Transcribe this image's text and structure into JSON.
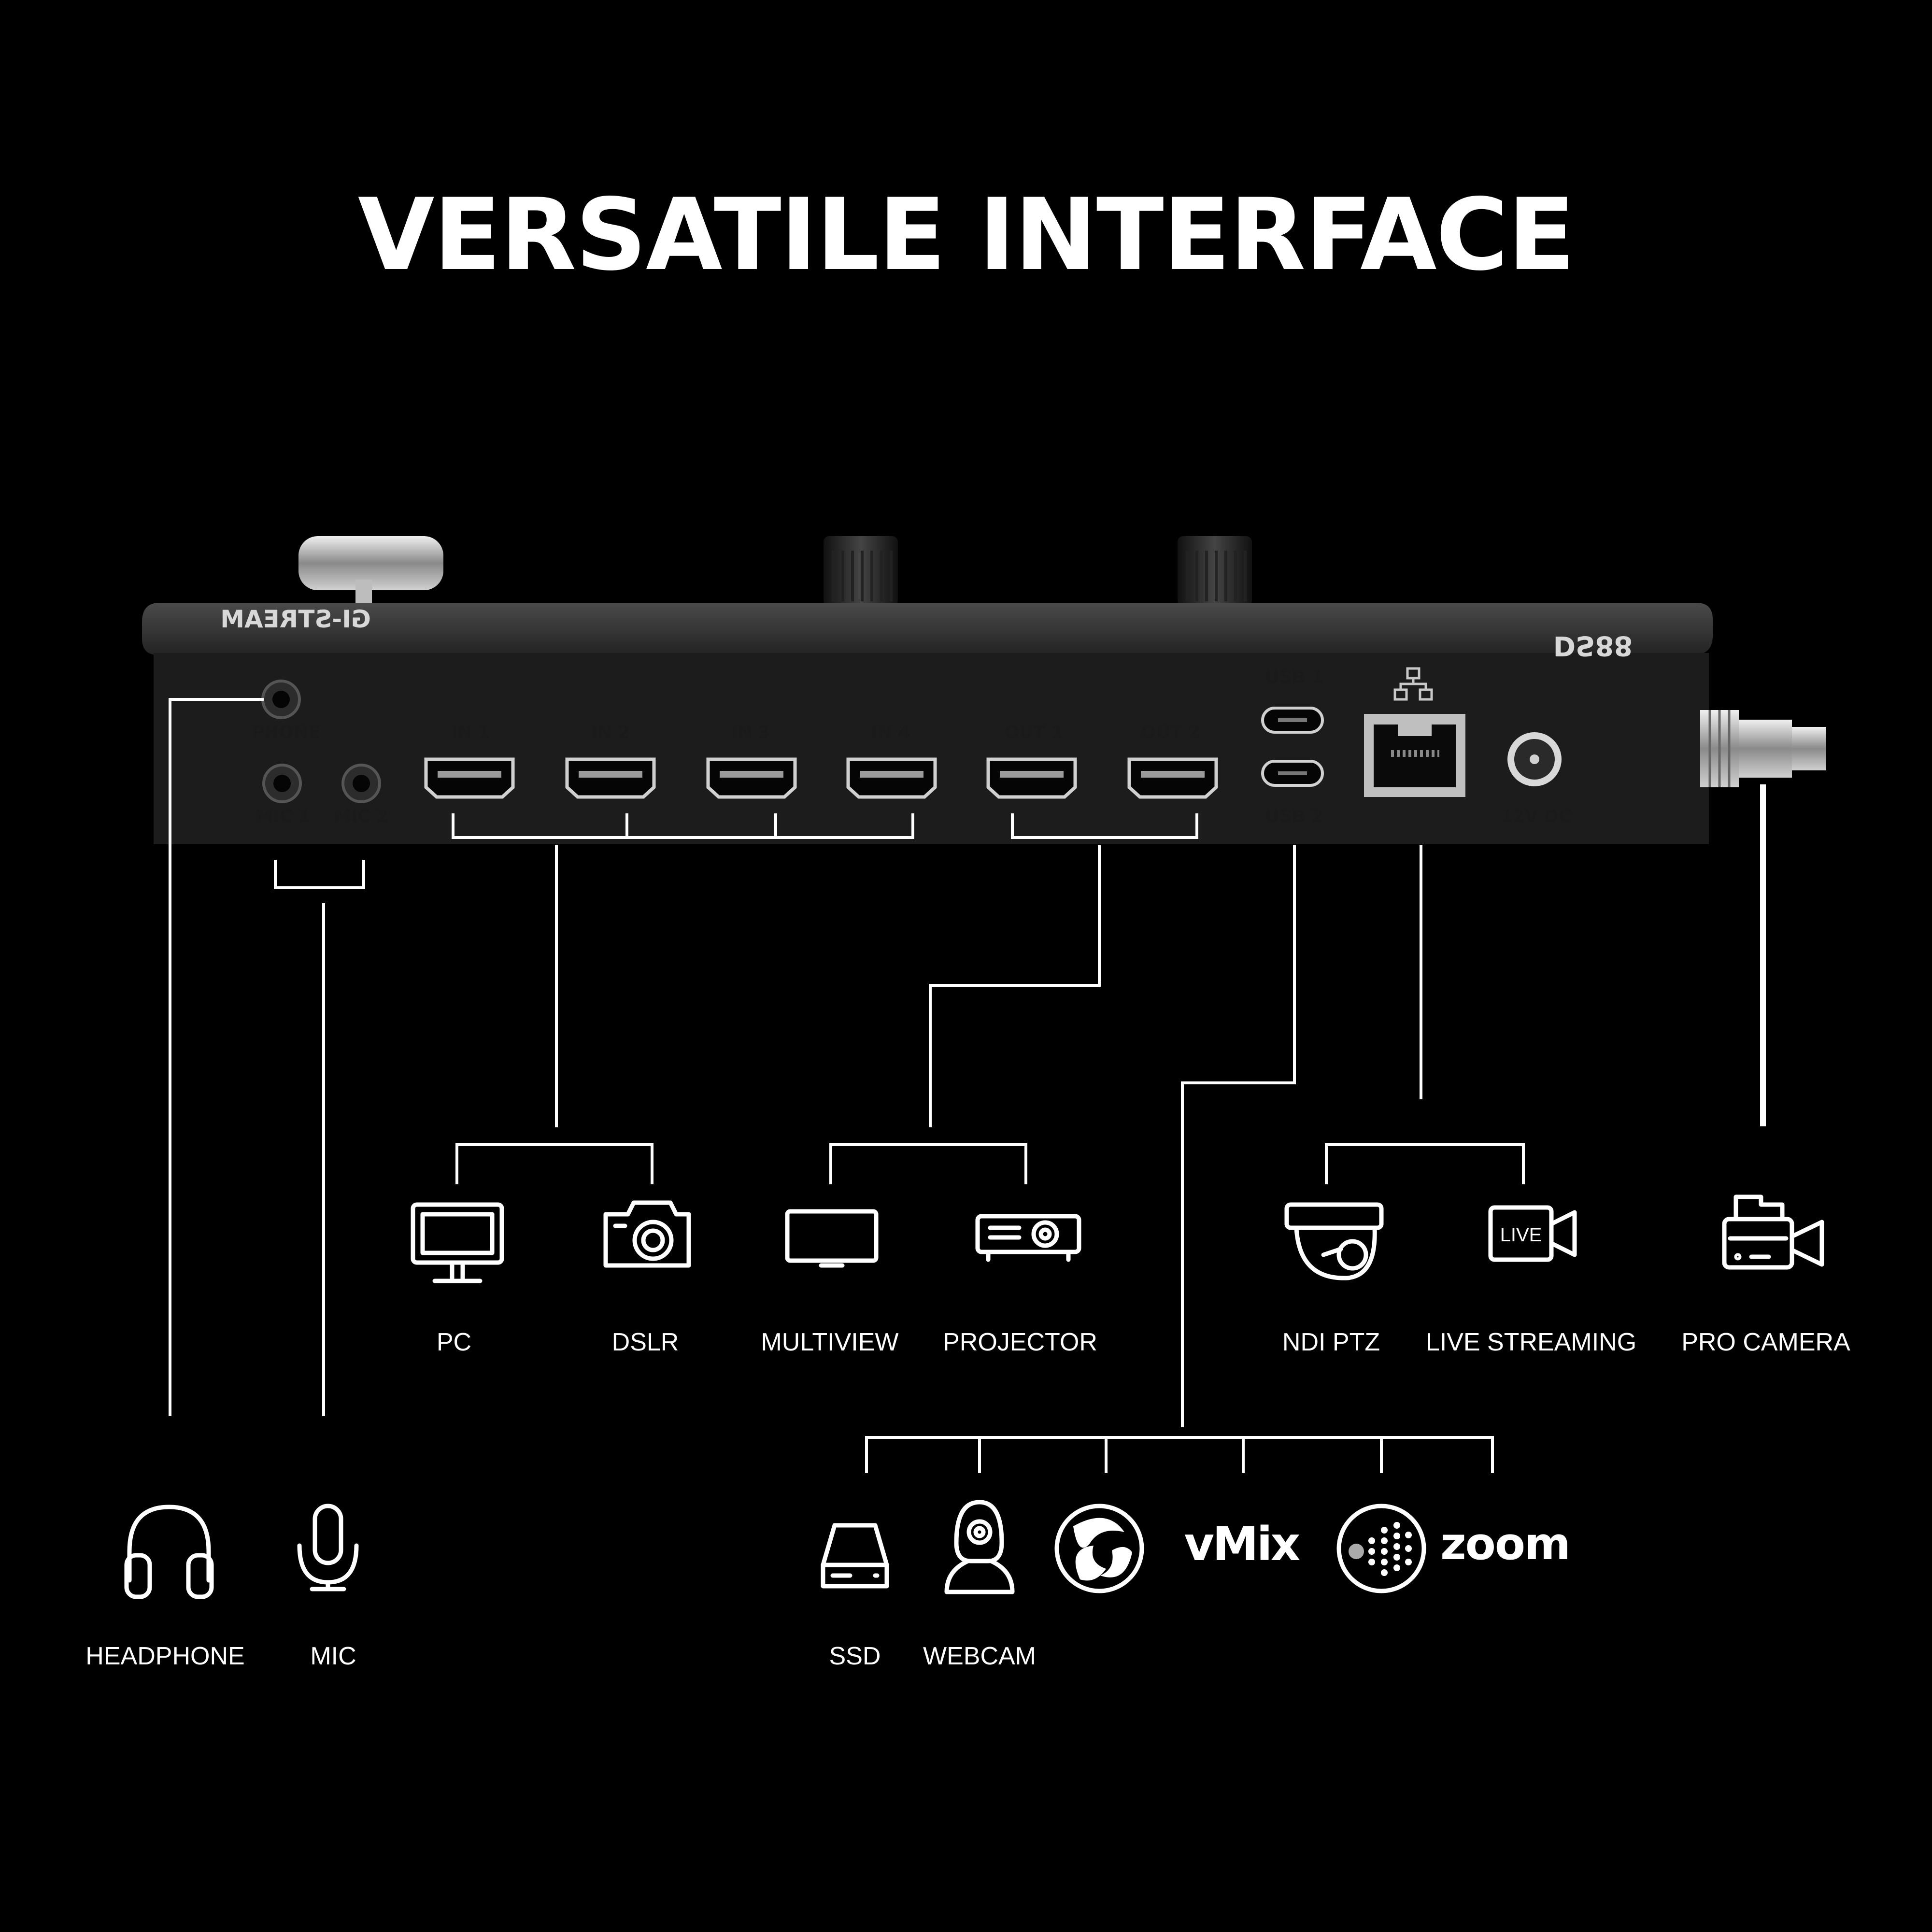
{
  "title": "VERSATILE INTERFACE",
  "device": {
    "brand": "GI-STREAM",
    "model": "DS88",
    "ports": {
      "phone": "PHONE",
      "mic1": "MIC 1",
      "mic2": "MIC 2",
      "in1": "IN 1",
      "in2": "IN 2",
      "in3": "IN 3",
      "in4": "IN 4",
      "out1": "OUT 1",
      "out2": "OUT 2",
      "usb1": "USB 1",
      "usb2": "USB 2",
      "dc": "12V DC"
    }
  },
  "devices": {
    "pc": "PC",
    "dslr": "DSLR",
    "multiview": "MULTIVIEW",
    "projector": "PROJECTOR",
    "ndi_ptz": "NDI PTZ",
    "live_streaming": "LIVE STREAMING",
    "pro_camera": "PRO CAMERA",
    "headphone": "HEADPHONE",
    "mic": "MIC",
    "ssd": "SSD",
    "webcam": "WEBCAM"
  },
  "software": {
    "vmix": "vMix",
    "zoom": "zoom"
  },
  "icon_badges": {
    "live": "LIVE"
  },
  "icons": [
    "monitor-icon",
    "camera-icon",
    "display-icon",
    "projector-icon",
    "dome-camera-icon",
    "live-camera-icon",
    "video-camera-icon",
    "headphone-icon",
    "microphone-icon",
    "ssd-icon",
    "webcam-icon",
    "obs-icon",
    "vmix-logo",
    "network-icon",
    "zoom-logo",
    "ethernet-icon"
  ],
  "colors": {
    "background": "#000000",
    "foreground": "#ffffff",
    "device_body": "#1c1c1c"
  }
}
